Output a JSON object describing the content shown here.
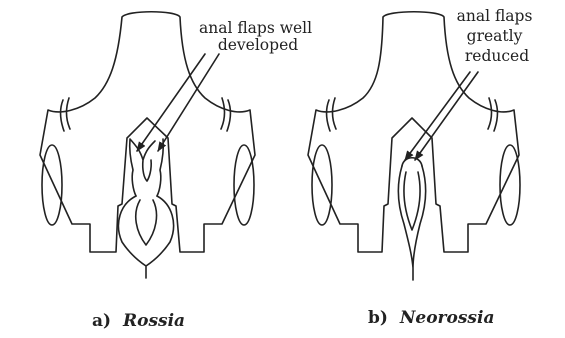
{
  "panels": [
    {
      "annotation_lines": [
        "anal flaps well",
        "developed"
      ],
      "caption_letter": "a)",
      "caption_name": "Rossia"
    },
    {
      "annotation_lines": [
        "anal flaps",
        "greatly",
        "reduced"
      ],
      "caption_letter": "b)",
      "caption_name": "Neorossia"
    }
  ],
  "colors": {
    "ink": "#222222",
    "background": "#ffffff"
  }
}
